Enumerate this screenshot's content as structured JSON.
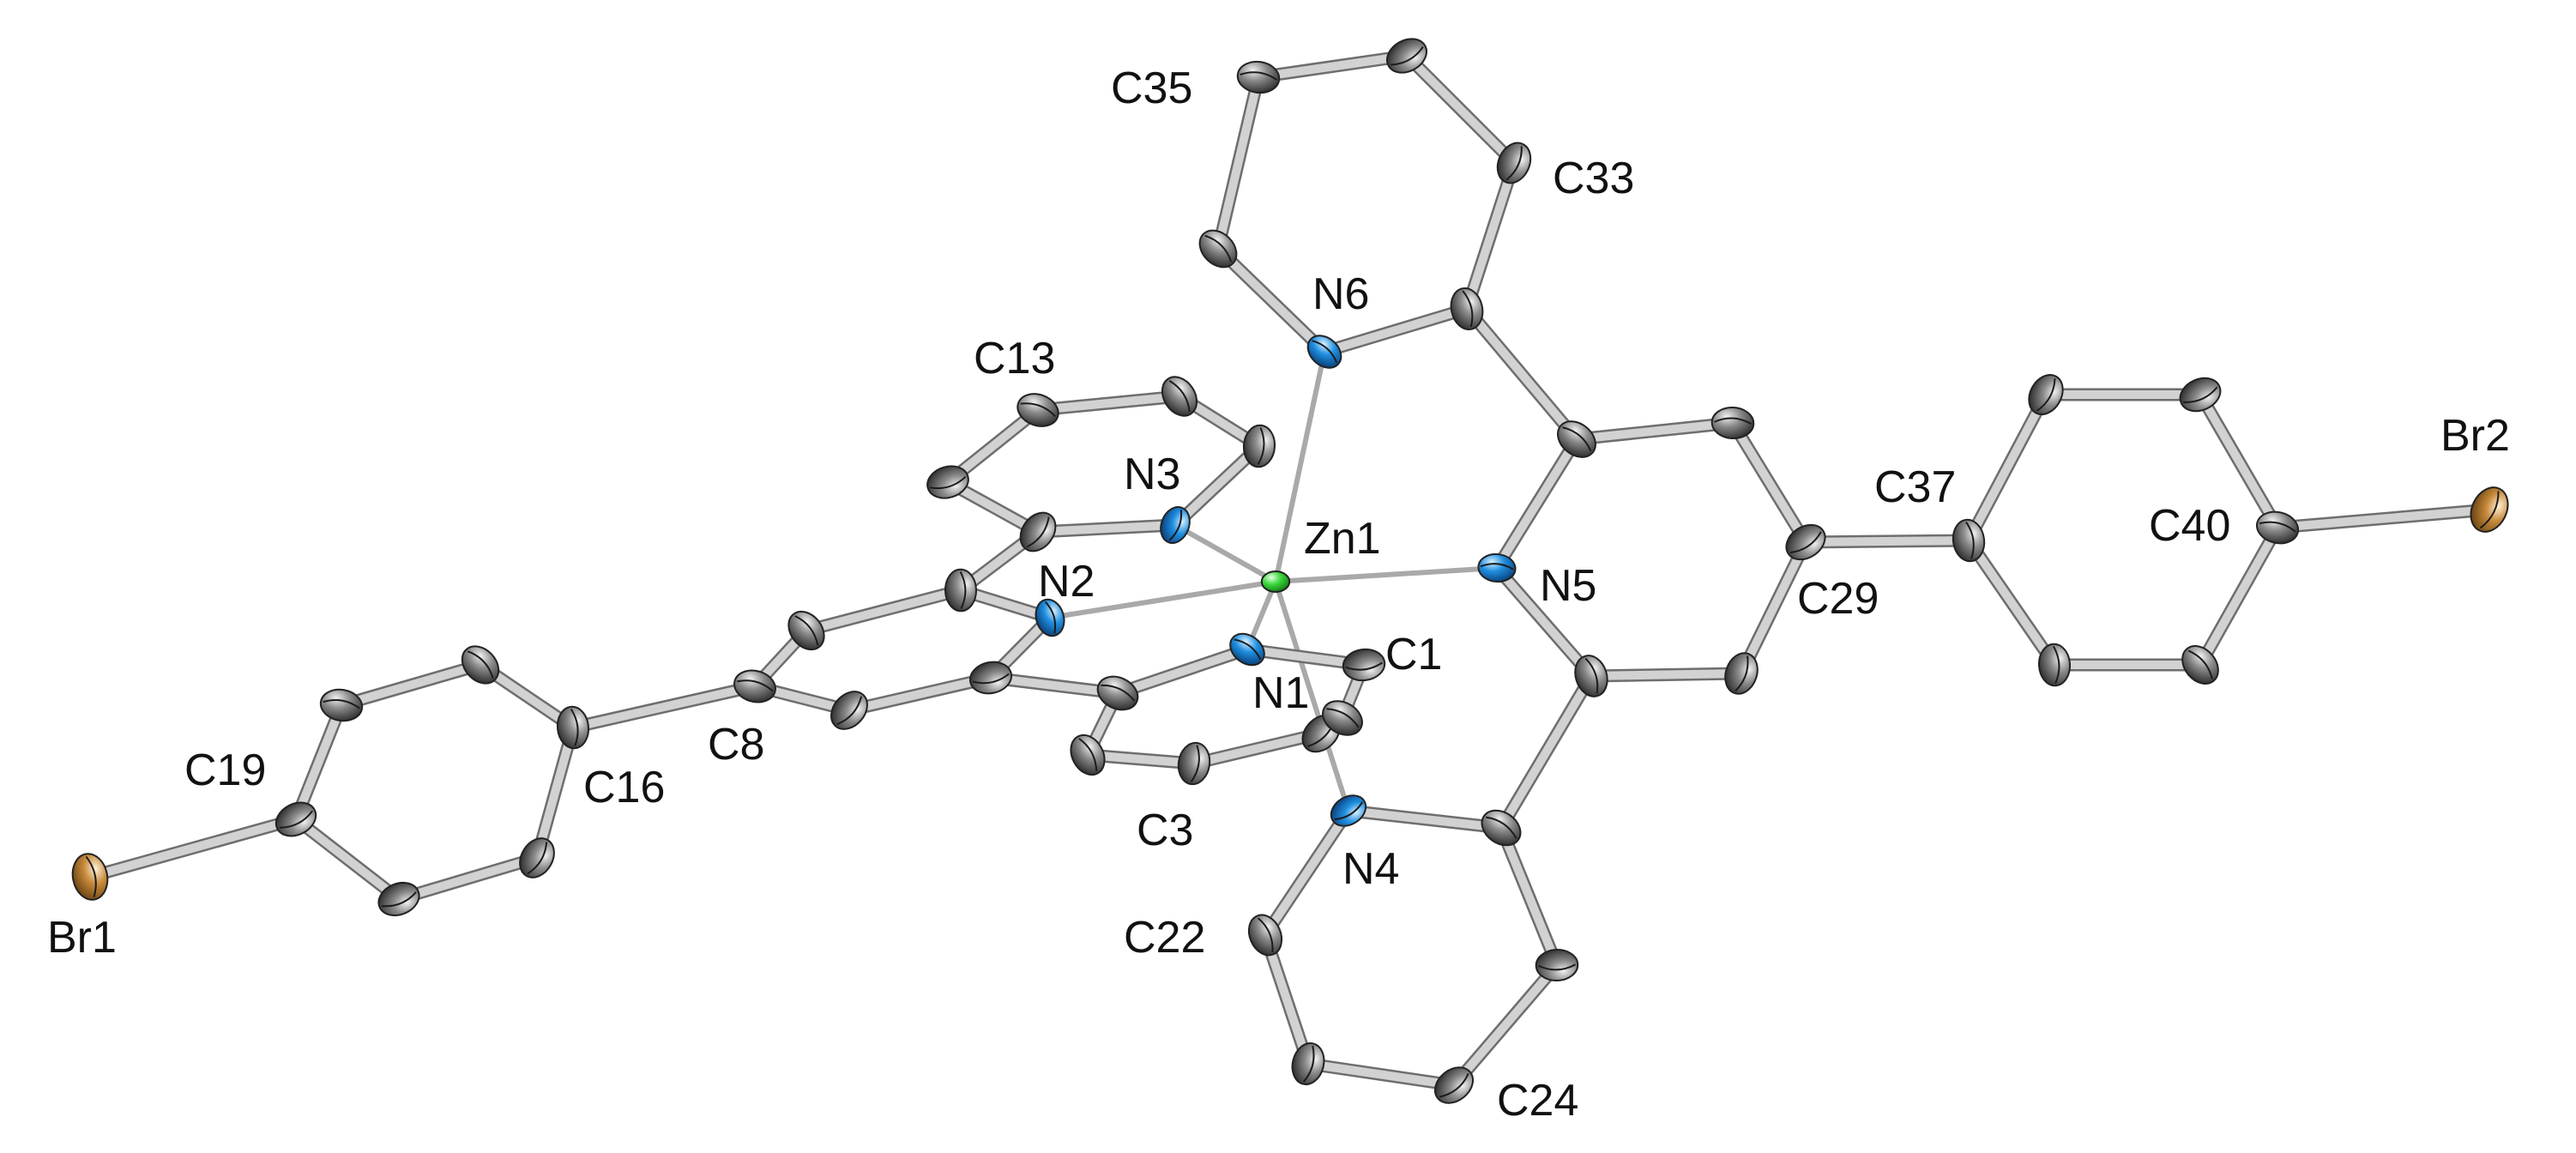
{
  "molecule": {
    "colors": {
      "carbon": "#7b7b7b",
      "nitrogen": "#1f8fe0",
      "zinc": "#3cd93c",
      "bromine": "#c78a3a",
      "bond": "#d2d2d2",
      "bond_edge": "#6e6e6e",
      "coordination_bond": "#a9a9a9"
    },
    "atom_labels": {
      "Br1": "Br1",
      "Br2": "Br2",
      "C1": "C1",
      "C3": "C3",
      "C8": "C8",
      "C13": "C13",
      "C16": "C16",
      "C19": "C19",
      "C22": "C22",
      "C24": "C24",
      "C29": "C29",
      "C33": "C33",
      "C35": "C35",
      "C37": "C37",
      "C40": "C40",
      "N1": "N1",
      "N2": "N2",
      "N3": "N3",
      "N4": "N4",
      "N5": "N5",
      "N6": "N6",
      "Zn1": "Zn1"
    }
  }
}
